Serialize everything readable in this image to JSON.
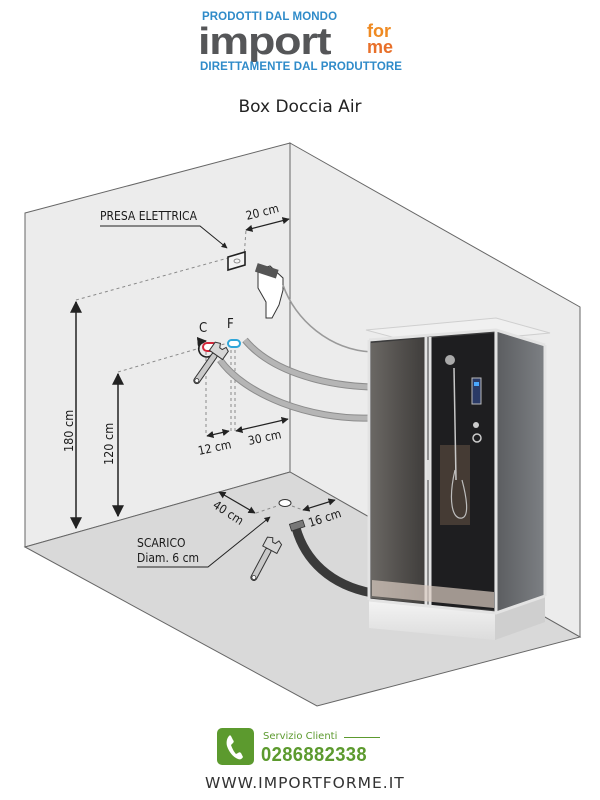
{
  "header": {
    "logo": {
      "tagline_top": "PRODOTTI DAL MONDO",
      "brand_main": "import",
      "brand_for": "for",
      "brand_me": "me",
      "tagline_bottom": "DIRETTAMENTE DAL PRODUTTORE",
      "colors": {
        "tagline": "#2f8bc9",
        "main": "#555658",
        "accent": "#ef8a22"
      }
    },
    "title": "Box Doccia Air"
  },
  "diagram": {
    "labels": {
      "socket": "PRESA ELETTRICA",
      "hot": "C",
      "cold": "F",
      "drain_line1": "SCARICO",
      "drain_line2": "Diam. 6 cm"
    },
    "dimensions": {
      "socket_from_corner": "20 cm",
      "socket_height": "180 cm",
      "taps_height": "120 cm",
      "taps_spacing": "12 cm",
      "taps_from_corner": "30 cm",
      "drain_from_wall": "40 cm",
      "drain_from_side": "16 cm"
    },
    "colors": {
      "wall": "#ececec",
      "floor": "#d9d9d9",
      "hot_valve": "#d2283a",
      "cold_valve": "#2fa6d9",
      "hose": "#a9a9a9",
      "drain_hose": "#3a3a3a"
    }
  },
  "footer": {
    "service_label": "Servizio Clienti",
    "phone": "0286882338",
    "website": "WWW.IMPORTFORME.IT",
    "accent": "#5c9a2e"
  }
}
